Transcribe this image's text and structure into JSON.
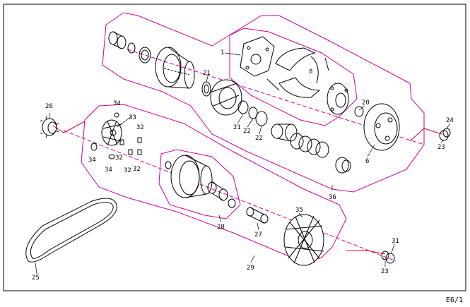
{
  "page_code": "E6/1",
  "colors": {
    "group_outline": "#d4009a",
    "linework": "#000000",
    "background": "#ffffff"
  },
  "parts": [
    {
      "id": "p1",
      "label": "1"
    },
    {
      "id": "p6",
      "label": "6"
    },
    {
      "id": "p8",
      "label": "8"
    },
    {
      "id": "p20",
      "label": "20"
    },
    {
      "id": "p21a",
      "label": "21"
    },
    {
      "id": "p21b",
      "label": "21"
    },
    {
      "id": "p22a",
      "label": "22"
    },
    {
      "id": "p22b",
      "label": "22"
    },
    {
      "id": "p23a",
      "label": "23"
    },
    {
      "id": "p23b",
      "label": "23"
    },
    {
      "id": "p24",
      "label": "24"
    },
    {
      "id": "p25",
      "label": "25"
    },
    {
      "id": "p26",
      "label": "26"
    },
    {
      "id": "p27",
      "label": "27"
    },
    {
      "id": "p28",
      "label": "28"
    },
    {
      "id": "p29",
      "label": "29"
    },
    {
      "id": "p31",
      "label": "31"
    },
    {
      "id": "p32a",
      "label": "32"
    },
    {
      "id": "p32b",
      "label": "32"
    },
    {
      "id": "p32c",
      "label": "32"
    },
    {
      "id": "p32d",
      "label": "32"
    },
    {
      "id": "p33",
      "label": "33"
    },
    {
      "id": "p34a",
      "label": "34"
    },
    {
      "id": "p34b",
      "label": "34"
    },
    {
      "id": "p34c",
      "label": "34"
    },
    {
      "id": "p35",
      "label": "35"
    },
    {
      "id": "p36",
      "label": "36"
    }
  ]
}
